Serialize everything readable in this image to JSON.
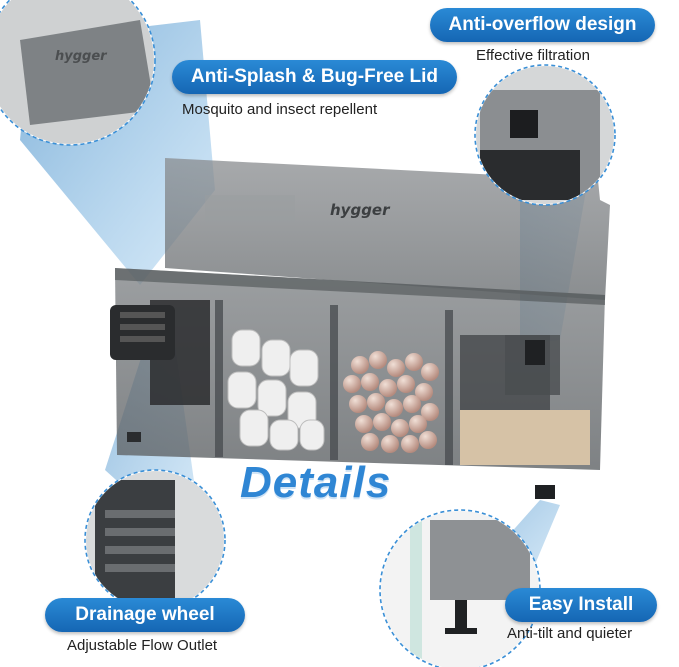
{
  "brand": "hygger",
  "headline": "Details",
  "features": [
    {
      "title": "Anti-overflow design",
      "subtitle": "Effective filtration"
    },
    {
      "title": "Anti-Splash & Bug-Free Lid",
      "subtitle": "Mosquito and insect repellent"
    },
    {
      "title": "Drainage wheel",
      "subtitle": "Adjustable Flow Outlet"
    },
    {
      "title": "Easy Install",
      "subtitle": "Anti-tilt and quieter"
    }
  ],
  "colors": {
    "accent": "#1a73c4",
    "dashed_circle": "#3a8fd6",
    "panel_gray": "#5b5f62"
  }
}
